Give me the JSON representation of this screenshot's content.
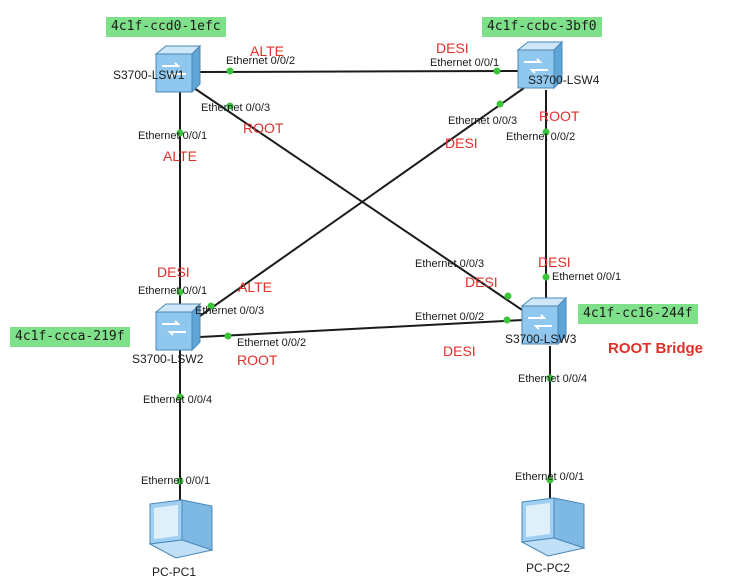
{
  "switches": {
    "lsw1": {
      "name": "S3700-LSW1",
      "mac": "4c1f-ccd0-1efc"
    },
    "lsw4": {
      "name": "S3700-LSW4",
      "mac": "4c1f-ccbc-3bf0"
    },
    "lsw2": {
      "name": "S3700-LSW2",
      "mac": "4c1f-ccca-219f"
    },
    "lsw3": {
      "name": "S3700-LSW3",
      "mac": "4c1f-cc16-244f"
    }
  },
  "pcs": {
    "pc1": {
      "name": "PC-PC1"
    },
    "pc2": {
      "name": "PC-PC2"
    }
  },
  "root_bridge_label": "ROOT Bridge",
  "ports": {
    "lsw1_p2": "Ethernet 0/0/2",
    "lsw1_p3": "Ethernet 0/0/3",
    "lsw1_p1": "Ethernet 0/0/1",
    "lsw4_p1": "Ethernet 0/0/1",
    "lsw4_p3": "Ethernet 0/0/3",
    "lsw4_p2": "Ethernet 0/0/2",
    "lsw2_p1": "Ethernet 0/0/1",
    "lsw2_p3": "Ethernet 0/0/3",
    "lsw2_p2": "Ethernet 0/0/2",
    "lsw2_p4": "Ethernet 0/0/4",
    "lsw3_p3": "Ethernet 0/0/3",
    "lsw3_p1": "Ethernet 0/0/1",
    "lsw3_p2": "Ethernet 0/0/2",
    "lsw3_p4": "Ethernet 0/0/4",
    "pc1_p1": "Ethernet 0/0/1",
    "pc2_p1": "Ethernet 0/0/1"
  },
  "roles": {
    "lsw1_p2": "ALTE",
    "lsw1_p3": "ROOT",
    "lsw1_p1": "ALTE",
    "lsw4_p1": "DESI",
    "lsw4_p3": "DESI",
    "lsw4_p2": "ROOT",
    "lsw2_p1": "DESI",
    "lsw2_p3": "ALTE",
    "lsw2_p2": "ROOT",
    "lsw3_p3": "DESI",
    "lsw3_p1": "DESI",
    "lsw3_p2": "DESI"
  },
  "colors": {
    "mac_label_bg": "#7fe08a",
    "role_text": "#e0302a",
    "link": "#1b1b1b",
    "port_dot": "#3cc43c",
    "switch_body": "#8fc7ee"
  }
}
